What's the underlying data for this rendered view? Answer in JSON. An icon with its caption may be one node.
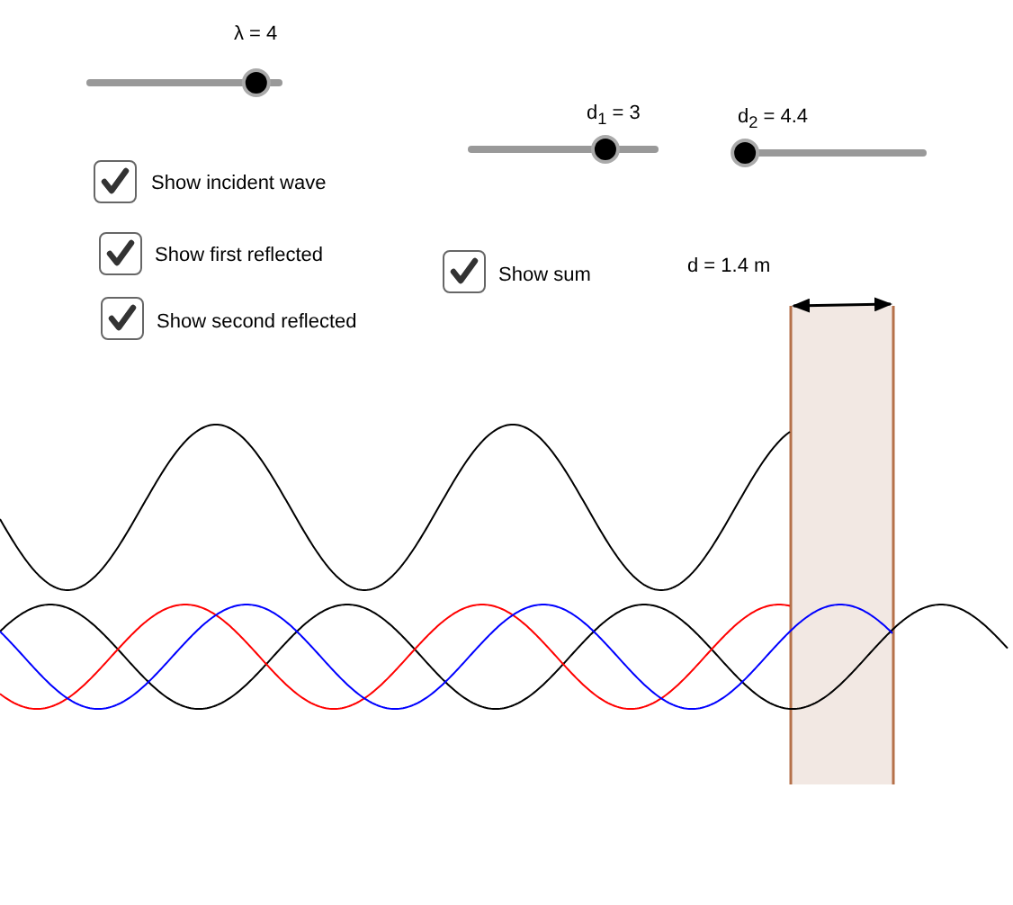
{
  "diagram": {
    "labels": [
      "λ = 4",
      "d$_{1}$ = 3",
      "d$_{2}$ = 4.4",
      "Show incident wave",
      "Show first reflected",
      "Show sum",
      "d = 1.4 m",
      "Show second reflected"
    ]
  }
}
